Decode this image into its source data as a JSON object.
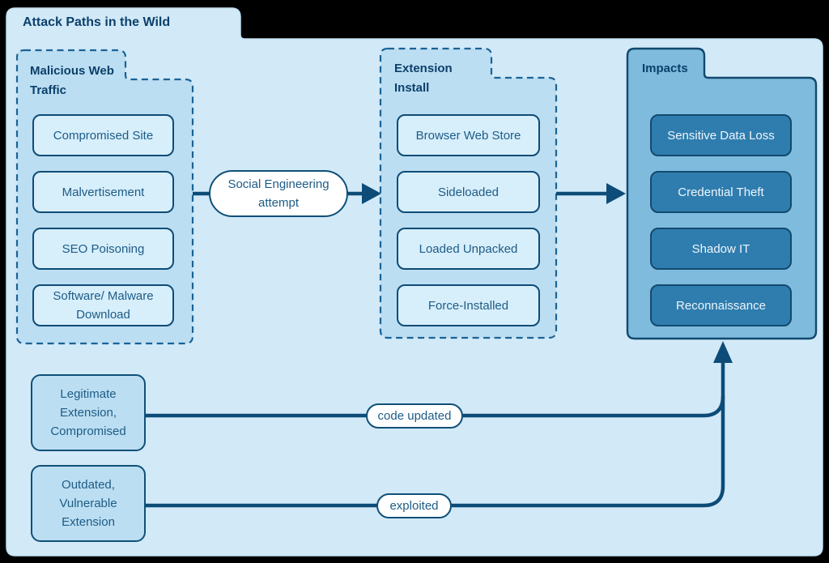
{
  "diagram": {
    "title": "Attack Paths in the Wild",
    "type": "flowchart",
    "groups": [
      {
        "title": "Malicious Web Traffic",
        "style": "dashed-outline",
        "items": [
          "Compromised Site",
          "Malvertisement",
          "SEO Poisoning",
          "Software/ Malware Download"
        ]
      },
      {
        "title": "Extension Install",
        "style": "dashed-outline",
        "items": [
          "Browser Web Store",
          "Sideloaded",
          "Loaded Unpacked",
          "Force-Installed"
        ]
      },
      {
        "title": "Impacts",
        "style": "solid-outline",
        "items": [
          "Sensitive Data Loss",
          "Credential Theft",
          "Shadow IT",
          "Reconnaissance"
        ]
      }
    ],
    "standalone_nodes": [
      {
        "label": "Legitimate Extension, Compromised"
      },
      {
        "label": "Outdated, Vulnerable Extension"
      }
    ],
    "edges": [
      {
        "from": "Malicious Web Traffic",
        "via": "Social Engineering attempt",
        "to": "Extension Install"
      },
      {
        "from": "Extension Install",
        "via": "",
        "to": "Impacts"
      },
      {
        "from": "Legitimate Extension, Compromised",
        "via": "code updated",
        "to": "Impacts"
      },
      {
        "from": "Outdated, Vulnerable Extension",
        "via": "exploited",
        "to": "Impacts"
      }
    ],
    "colors": {
      "canvas_fill": "#d2e9f8",
      "group_fill": "#bcdef2",
      "item_fill": "#d7eefb",
      "impacts_group_fill": "#7ebbdd",
      "impacts_item_fill": "#2f7dae",
      "connector_line": "#0d4c78",
      "title_text": "#0c406b",
      "item_text": "#1d5c86",
      "impacts_item_text": "#edf5fb"
    }
  }
}
